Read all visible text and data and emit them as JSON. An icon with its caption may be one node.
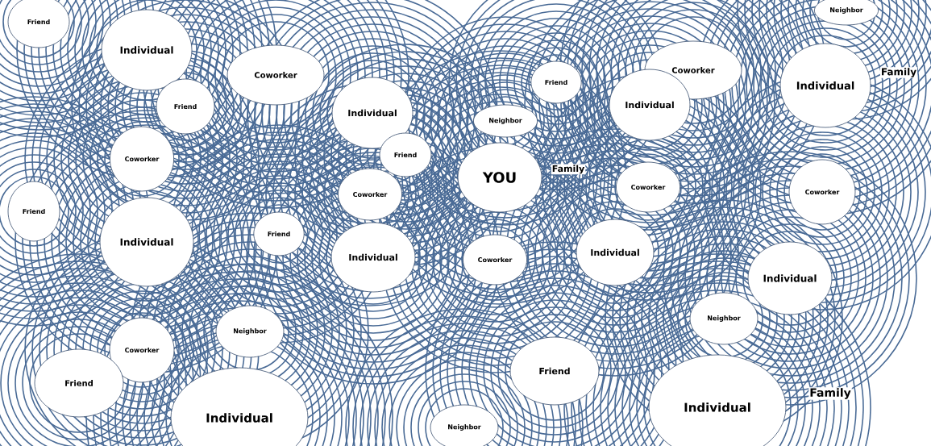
{
  "diagram": {
    "nodes": [
      {
        "text": [
          "Friend"
        ]
      },
      {
        "text": [
          "Individual"
        ]
      },
      {
        "text": [
          "Coworker"
        ]
      },
      {
        "text": [
          "Friend"
        ]
      },
      {
        "text": [
          "Individual"
        ]
      },
      {
        "text": [
          "Friend"
        ]
      },
      {
        "text": [
          "Coworker"
        ]
      },
      {
        "text": [
          "Individual"
        ]
      },
      {
        "text": [
          "Individual"
        ]
      },
      {
        "text": [
          "Neighbor"
        ]
      },
      {
        "text": [
          "Neighbor"
        ]
      },
      {
        "text": [
          "Coworker"
        ]
      },
      {
        "text": [
          "Friend"
        ]
      },
      {
        "text": [
          "YOU"
        ]
      },
      {
        "text": [
          "Coworker"
        ]
      },
      {
        "text": [
          "Coworker"
        ]
      },
      {
        "text": [
          "Coworker"
        ]
      },
      {
        "text": [
          "Friend"
        ]
      },
      {
        "text": [
          "Individual"
        ]
      },
      {
        "text": [
          "Friend"
        ]
      },
      {
        "text": [
          "Individual"
        ]
      },
      {
        "text": [
          "Coworker"
        ]
      },
      {
        "text": [
          "Individual"
        ]
      },
      {
        "text": [
          "Individual"
        ]
      },
      {
        "text": [
          "Neighbor"
        ]
      },
      {
        "text": [
          "Coworker"
        ]
      },
      {
        "text": [
          "Neighbor"
        ]
      },
      {
        "text": [
          "Friend"
        ]
      },
      {
        "text": [
          "Friend"
        ]
      },
      {
        "text": [
          "Individual"
        ]
      },
      {
        "text": [
          "Individual"
        ]
      },
      {
        "text": [
          "Neighbor"
        ]
      }
    ],
    "labels": [
      "Family",
      "Family",
      "Family"
    ]
  }
}
